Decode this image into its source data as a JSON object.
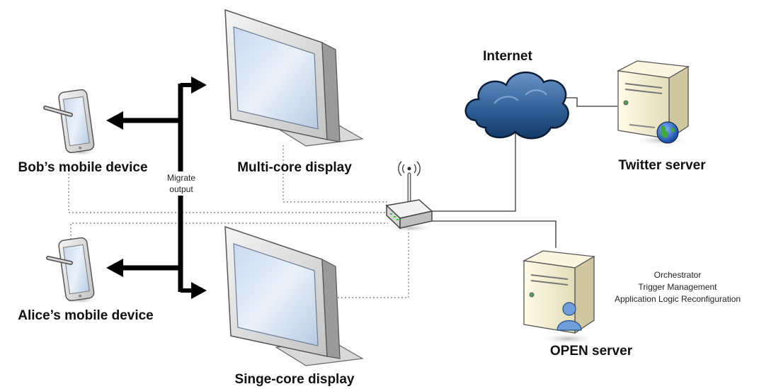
{
  "labels": {
    "internet": "Internet",
    "twitter_server": "Twitter server",
    "bob_device": "Bob’s mobile device",
    "alice_device": "Alice’s mobile device",
    "multi_core_display": "Multi-core display",
    "single_core_display": "Singe-core display",
    "open_server": "OPEN server",
    "migrate_line1": "Migrate",
    "migrate_line2": "output"
  },
  "open_server_roles": [
    "Orchestrator",
    "Trigger Management",
    "Application Logic Reconfiguration"
  ]
}
